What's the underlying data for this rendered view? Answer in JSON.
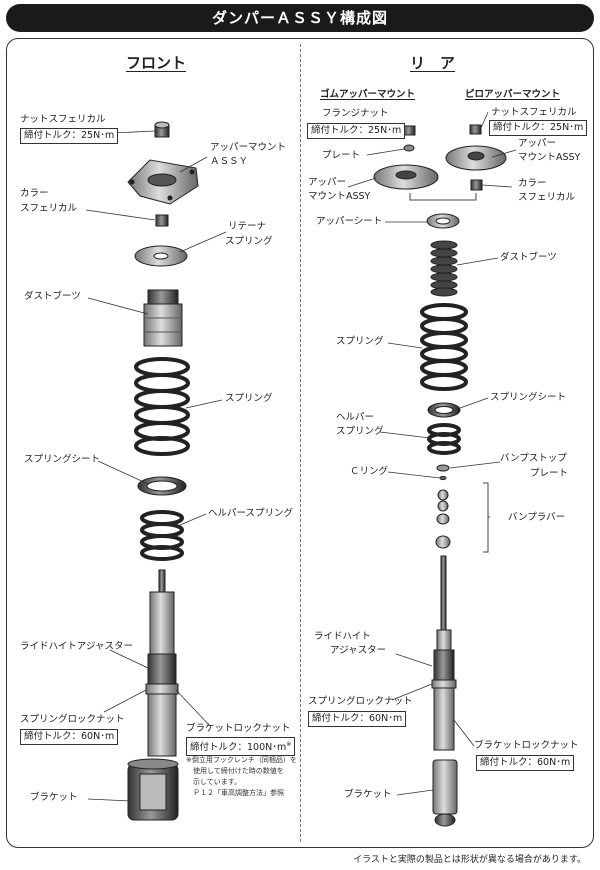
{
  "header": {
    "title": "ダンパーＡＳＳＹ構成図"
  },
  "front": {
    "title": "フロント",
    "labels": {
      "nut_spherical": "ナットスフェリカル",
      "nut_torque": "締付トルク：25N･m",
      "upper_mount_1": "アッパーマウント",
      "upper_mount_2": "ＡＳＳＹ",
      "collar_1": "カラー",
      "collar_2": "スフェリカル",
      "retainer_1": "リテーナ",
      "retainer_2": "スプリング",
      "dust_boots": "ダストブーツ",
      "spring": "スプリング",
      "spring_seat": "スプリングシート",
      "helper_spring": "ヘルパースプリング",
      "ride_height": "ライドハイトアジャスター",
      "spring_lock_nut": "スプリングロックナット",
      "spring_lock_torque": "締付トルク：60N･m",
      "bracket_lock_nut": "ブラケットロックナット",
      "bracket_lock_torque": "締付トルク：100N･m",
      "bracket_lock_torque_mark": "※",
      "note_1": "※倒立用フックレンチ（同梱品）を",
      "note_2": "　使用して締付けた時の数値を",
      "note_3": "　示しています。",
      "note_4": "　Ｐ１２「車高調整方法」参照",
      "bracket": "ブラケット"
    }
  },
  "rear": {
    "title": "リ　ア",
    "rubber_mount": "ゴムアッパーマウント",
    "pillow_mount": "ピロアッパーマウント",
    "labels": {
      "flange_nut": "フランジナット",
      "flange_torque": "締付トルク：25N･m",
      "plate": "プレート",
      "upper_mount_1": "アッパー",
      "upper_mount_2": "マウントASSY",
      "nut_spherical": "ナットスフェリカル",
      "nut_torque": "締付トルク：25N･m",
      "pillow_upper_1": "アッパー",
      "pillow_upper_2": "マウントASSY",
      "collar_1": "カラー",
      "collar_2": "スフェリカル",
      "upper_seat": "アッパーシート",
      "dust_boots": "ダストブーツ",
      "spring": "スプリング",
      "spring_seat": "スプリングシート",
      "helper_1": "ヘルパー",
      "helper_2": "スプリング",
      "bump_stop_1": "バンプストップ",
      "bump_stop_2": "プレート",
      "c_ring": "Ｃリング",
      "bump_rubber": "バンプラバー",
      "ride_height_1": "ライドハイト",
      "ride_height_2": "アジャスター",
      "spring_lock_nut": "スプリングロックナット",
      "spring_lock_torque": "締付トルク：60N･m",
      "bracket_lock_nut": "ブラケットロックナット",
      "bracket_lock_torque": "締付トルク：60N･m",
      "bracket": "ブラケット"
    }
  },
  "footer": {
    "note": "イラストと実際の製品とは形状が異なる場合があります。"
  }
}
